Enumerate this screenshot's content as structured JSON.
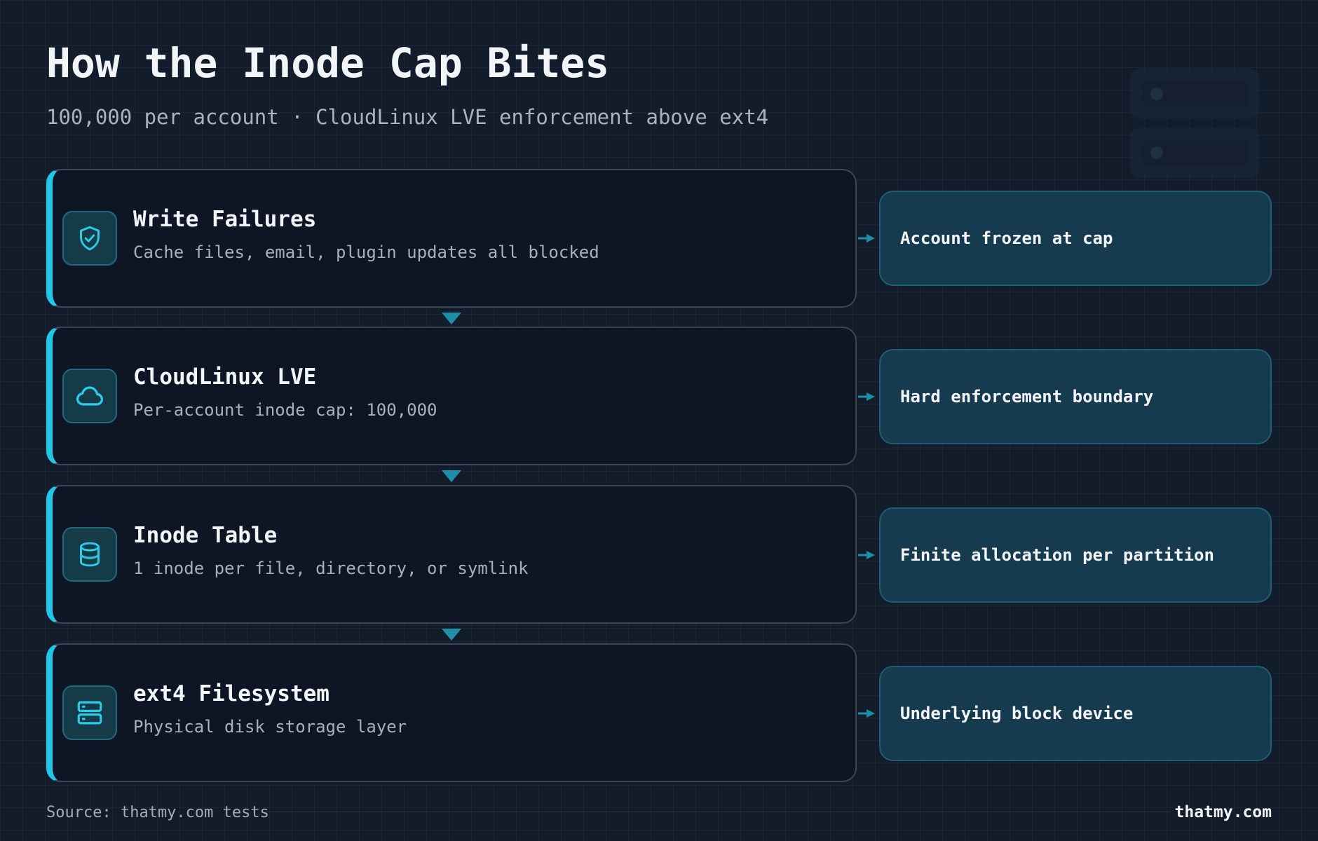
{
  "header": {
    "title": "How the Inode Cap Bites",
    "subtitle": "100,000 per account · CloudLinux LVE enforcement above ext4"
  },
  "layers": [
    {
      "title": "Write Failures",
      "desc": "Cache files, email, plugin updates all blocked",
      "icon": "shield-check-icon",
      "note": "Account frozen at cap"
    },
    {
      "title": "CloudLinux LVE",
      "desc": "Per-account inode cap: 100,000",
      "icon": "cloud-icon",
      "note": "Hard enforcement boundary"
    },
    {
      "title": "Inode Table",
      "desc": "1 inode per file, directory, or symlink",
      "icon": "database-icon",
      "note": "Finite allocation per partition"
    },
    {
      "title": "ext4 Filesystem",
      "desc": "Physical disk storage layer",
      "icon": "server-icon",
      "note": "Underlying block device"
    }
  ],
  "footer": {
    "source": "Source: thatmy.com tests",
    "brand": "thatmy.com"
  },
  "colors": {
    "accent": "#22c6e6",
    "background": "#131c2b",
    "card": "#0e1626",
    "note": "#163a4e"
  }
}
